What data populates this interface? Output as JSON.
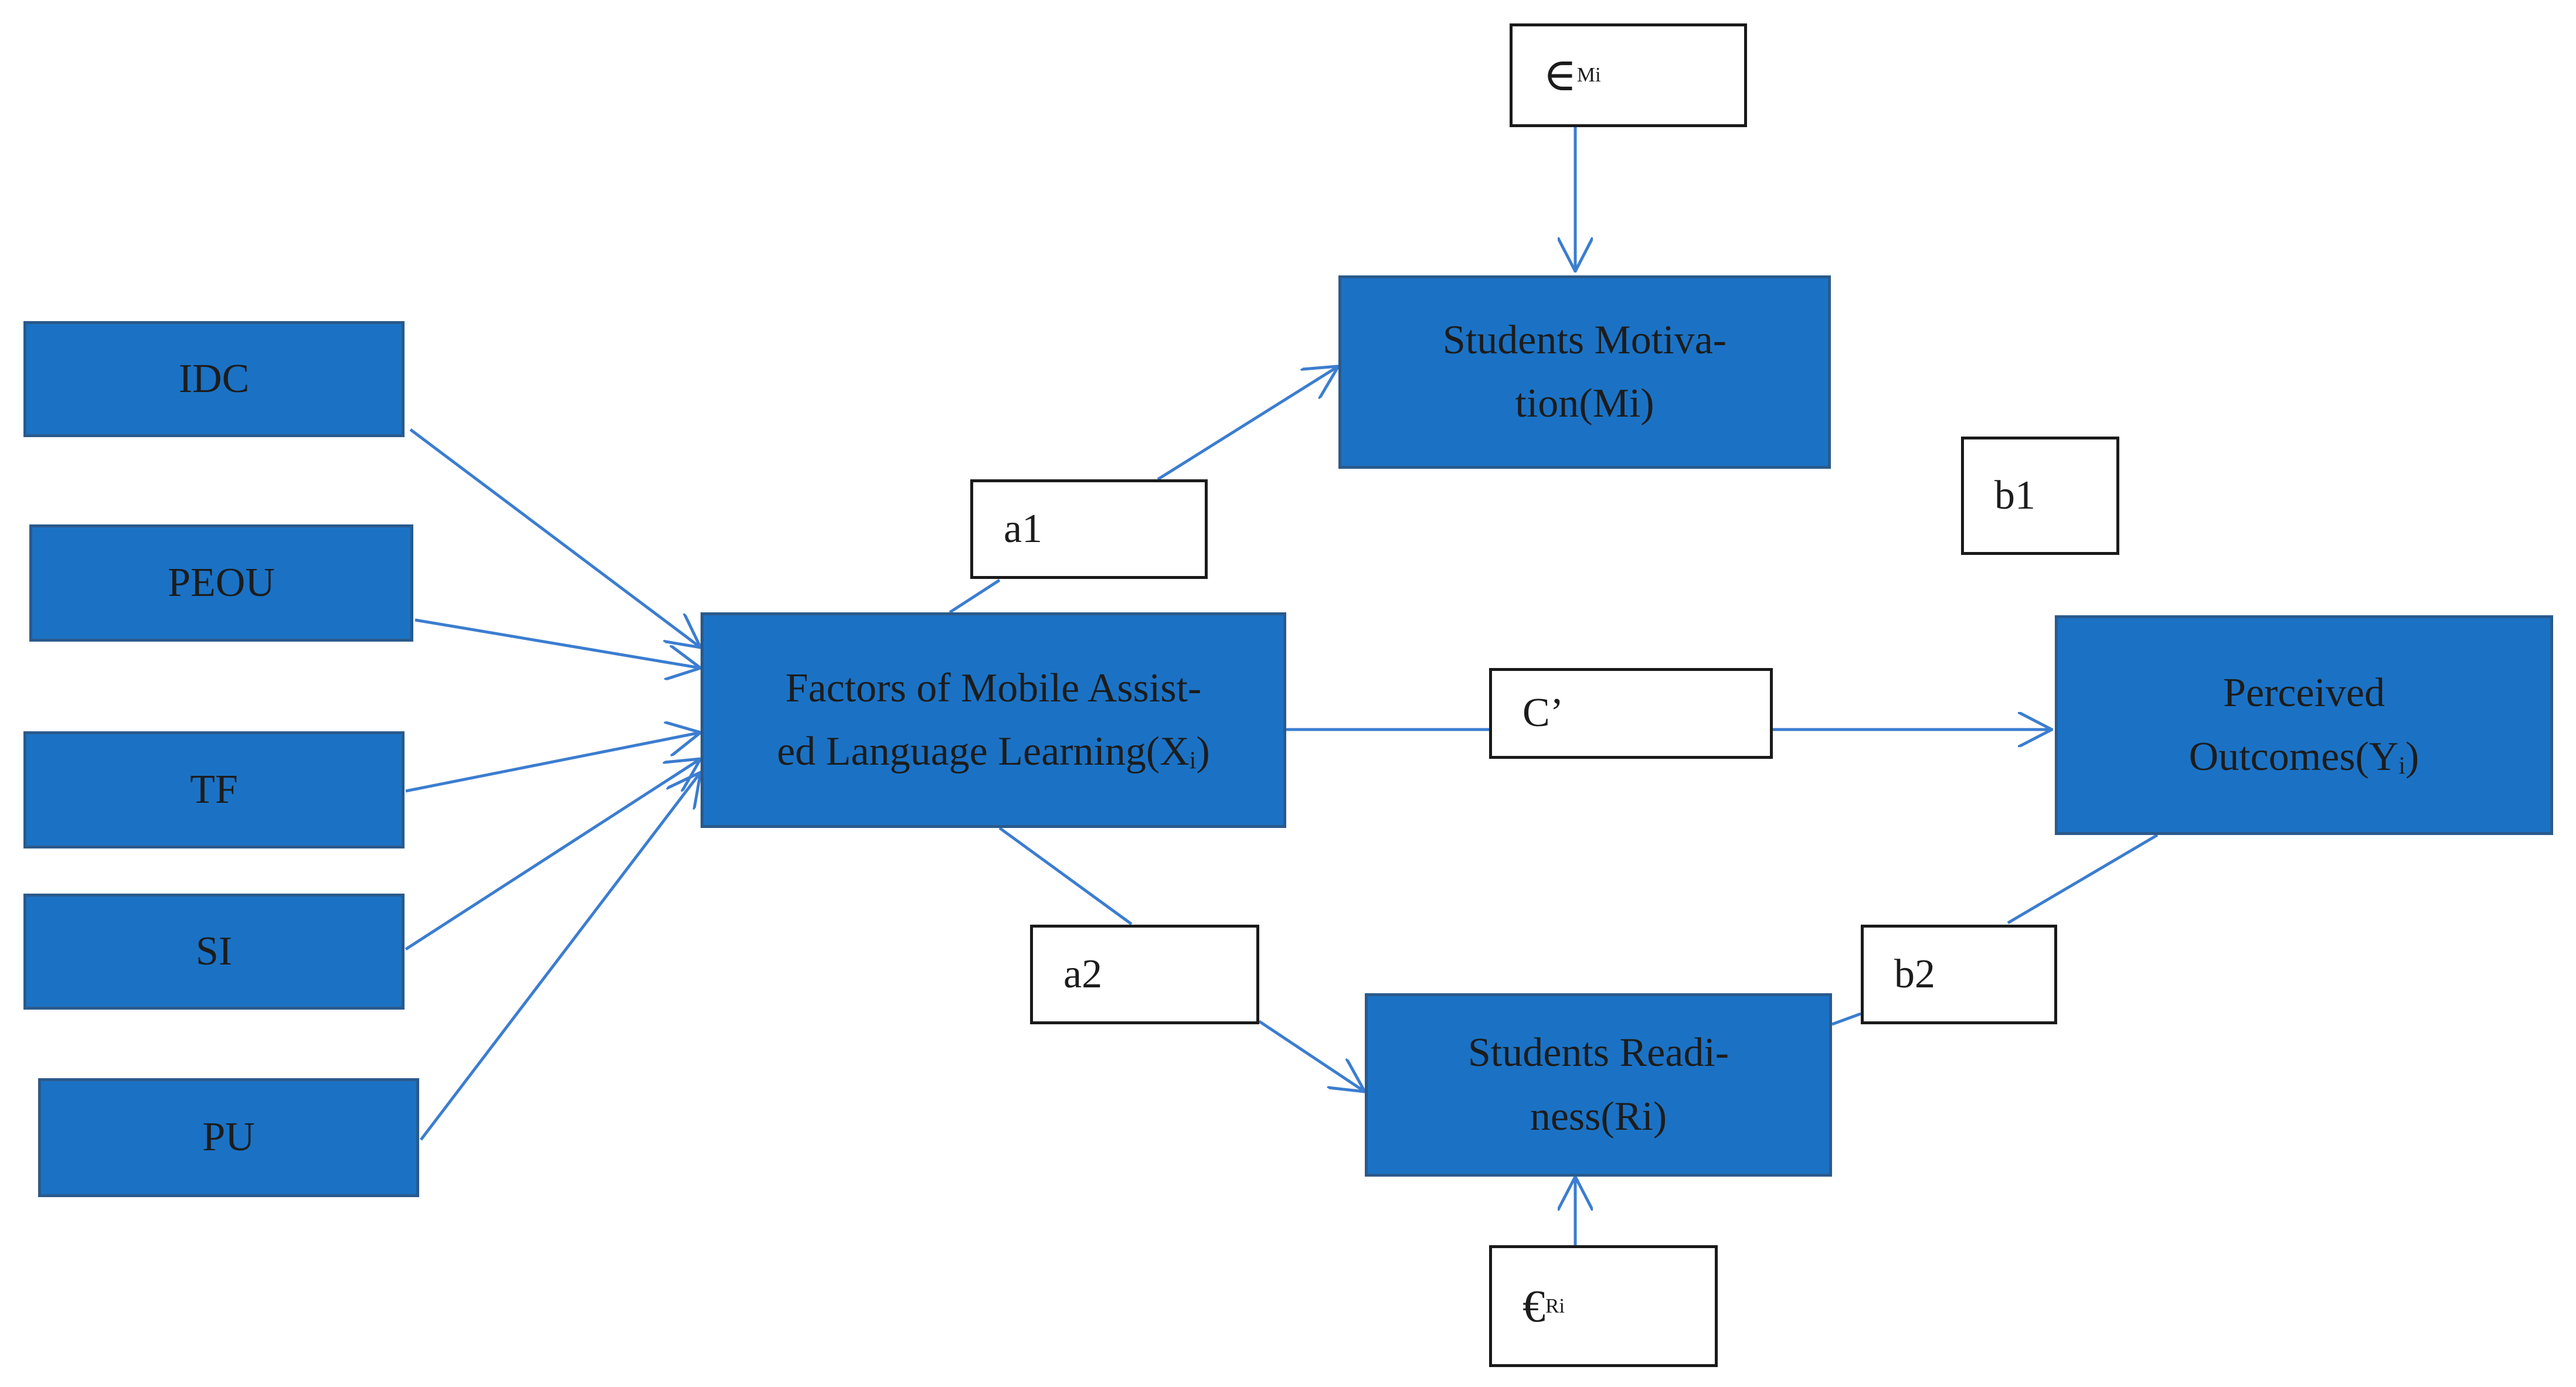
{
  "colors": {
    "box_fill": "#1b72c4",
    "box_border": "#2a5a8c",
    "arrow": "#3b7dd0",
    "label_border": "#1a1a1a"
  },
  "factors": {
    "idc": "IDC",
    "peou": "PEOU",
    "tf": "TF",
    "si": "SI",
    "pu": "PU"
  },
  "nodes": {
    "x": {
      "line1": "Factors of Mobile  Assist-",
      "line2_pre": "ed  Language Learning(X",
      "line2_sub": "i",
      "line2_post": ")"
    },
    "m": {
      "line1": "Students Motiva-",
      "line2": "tion(Mi)"
    },
    "r": {
      "line1": "Students Readi-",
      "line2": "ness(Ri)"
    },
    "y": {
      "line1": "Perceived",
      "line2_pre": "Outcomes(Y",
      "line2_sub": "i",
      "line2_post": ")"
    }
  },
  "paths": {
    "a1": "a1",
    "a2": "a2",
    "b1": "b1",
    "b2": "b2",
    "c_prime": "C’"
  },
  "errors": {
    "m": {
      "symbol": "∈",
      "sub": "Mi"
    },
    "r": {
      "symbol": "€",
      "sub": "Ri"
    }
  }
}
